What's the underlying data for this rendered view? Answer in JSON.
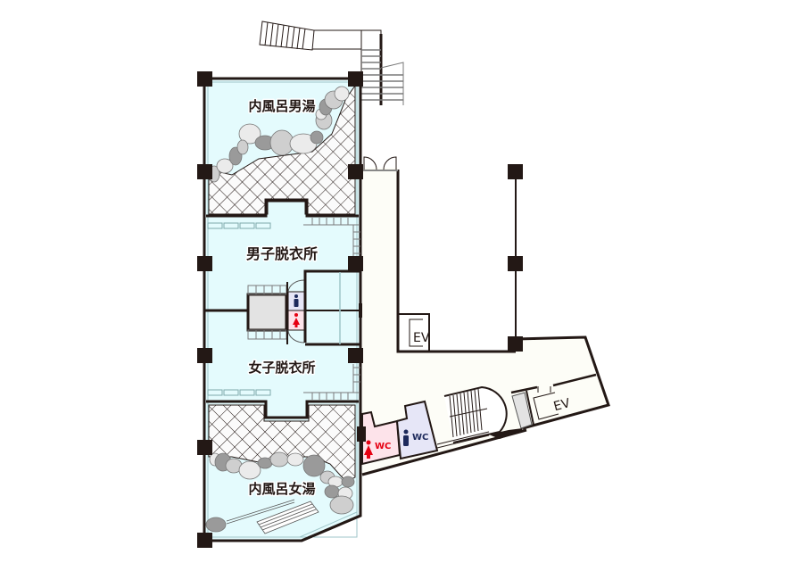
{
  "floor_plan": {
    "colors": {
      "wall": "#231815",
      "bath_water": "#e4fbfd",
      "corridor": "#fdfdf7",
      "tile_hatch": "#231815",
      "rock_light": "#ebebeb",
      "rock_mid": "#cfcfcf",
      "rock_dark": "#9a9a9a",
      "wc_women_bg": "#fde3ea",
      "wc_men_bg": "#e6e6f7",
      "women_icon": "#e60012",
      "men_icon": "#1d2a5c",
      "machine_room": "#e3e3e3"
    },
    "rooms": [
      {
        "id": "mens-indoor-bath",
        "label": "内風呂男湯"
      },
      {
        "id": "mens-changing-room",
        "label": "男子脱衣所"
      },
      {
        "id": "womens-changing-room",
        "label": "女子脱衣所"
      },
      {
        "id": "womens-indoor-bath",
        "label": "内風呂女湯"
      }
    ],
    "elevators": [
      {
        "id": "elevator-north",
        "label": "EV"
      },
      {
        "id": "elevator-east",
        "label": "EV"
      }
    ],
    "restrooms": [
      {
        "id": "wc-women",
        "label": "WC",
        "gender": "women"
      },
      {
        "id": "wc-men",
        "label": "WC",
        "gender": "men"
      }
    ],
    "icons": [
      "women-restroom-icon",
      "men-restroom-icon",
      "staircase-icon",
      "double-door-icon"
    ]
  }
}
